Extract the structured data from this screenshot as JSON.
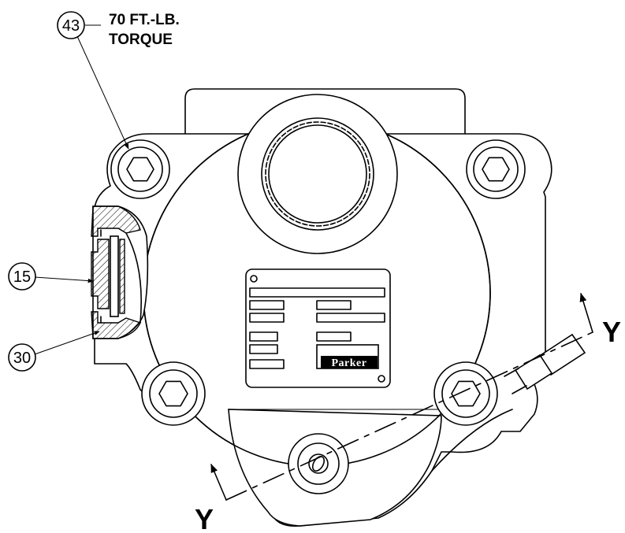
{
  "callouts": {
    "c43": "43",
    "c15": "15",
    "c30": "30"
  },
  "torque": {
    "line1": "70 FT.-LB.",
    "line2": "TORQUE"
  },
  "section": {
    "left_label": "Y",
    "right_label": "Y"
  },
  "nameplate": {
    "brand": "Parker"
  }
}
